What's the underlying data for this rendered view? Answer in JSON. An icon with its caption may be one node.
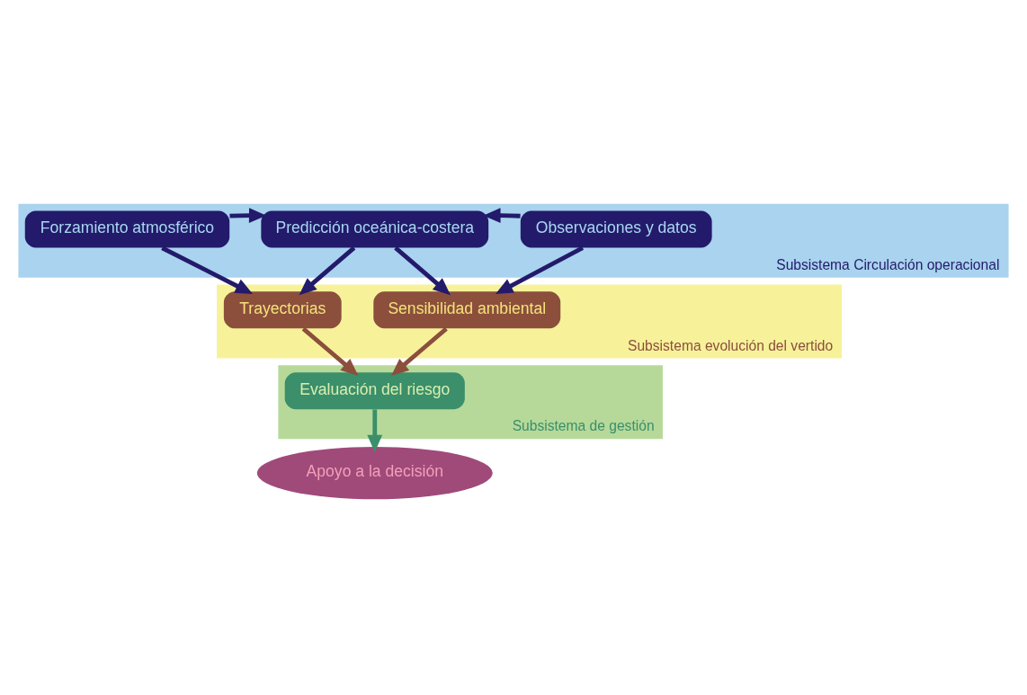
{
  "diagram": {
    "nodes": [
      {
        "text": [
          "Subsistema Circulación operacional"
        ]
      },
      {
        "text": [
          "Forzamiento atmosférico"
        ],
        "in": 0
      },
      {
        "text": [
          "Predicción oceánica-costera"
        ],
        "in": 0
      },
      {
        "text": [
          "Observaciones y datos"
        ],
        "in": 0
      },
      {
        "text": [
          "Subsistema evolución del vertido"
        ]
      },
      {
        "text": [
          "Trayectorias"
        ],
        "in": 4
      },
      {
        "text": [
          "Sensibilidad ambiental"
        ],
        "in": 4
      },
      {
        "text": [
          "Subsistema de gestión"
        ]
      },
      {
        "text": [
          "Evaluación del riesgo"
        ],
        "in": 7
      },
      {
        "text": [
          "Apoyo a la decisión"
        ]
      }
    ],
    "edges": [
      {
        "from": 1,
        "to": 2,
        "arrow": "to"
      },
      {
        "from": 3,
        "to": 2,
        "arrow": "to"
      },
      {
        "from": 1,
        "to": 5,
        "arrow": "to"
      },
      {
        "from": 2,
        "to": 5,
        "arrow": "to"
      },
      {
        "from": 2,
        "to": 6,
        "arrow": "to"
      },
      {
        "from": 3,
        "to": 6,
        "arrow": "to"
      },
      {
        "from": 5,
        "to": 8,
        "arrow": "to",
        "color": "#8b4f3c"
      },
      {
        "from": 6,
        "to": 8,
        "arrow": "to",
        "color": "#8b4f3c"
      },
      {
        "from": 8,
        "to": 9,
        "arrow": "to",
        "color": "#3b8f6a"
      }
    ]
  }
}
